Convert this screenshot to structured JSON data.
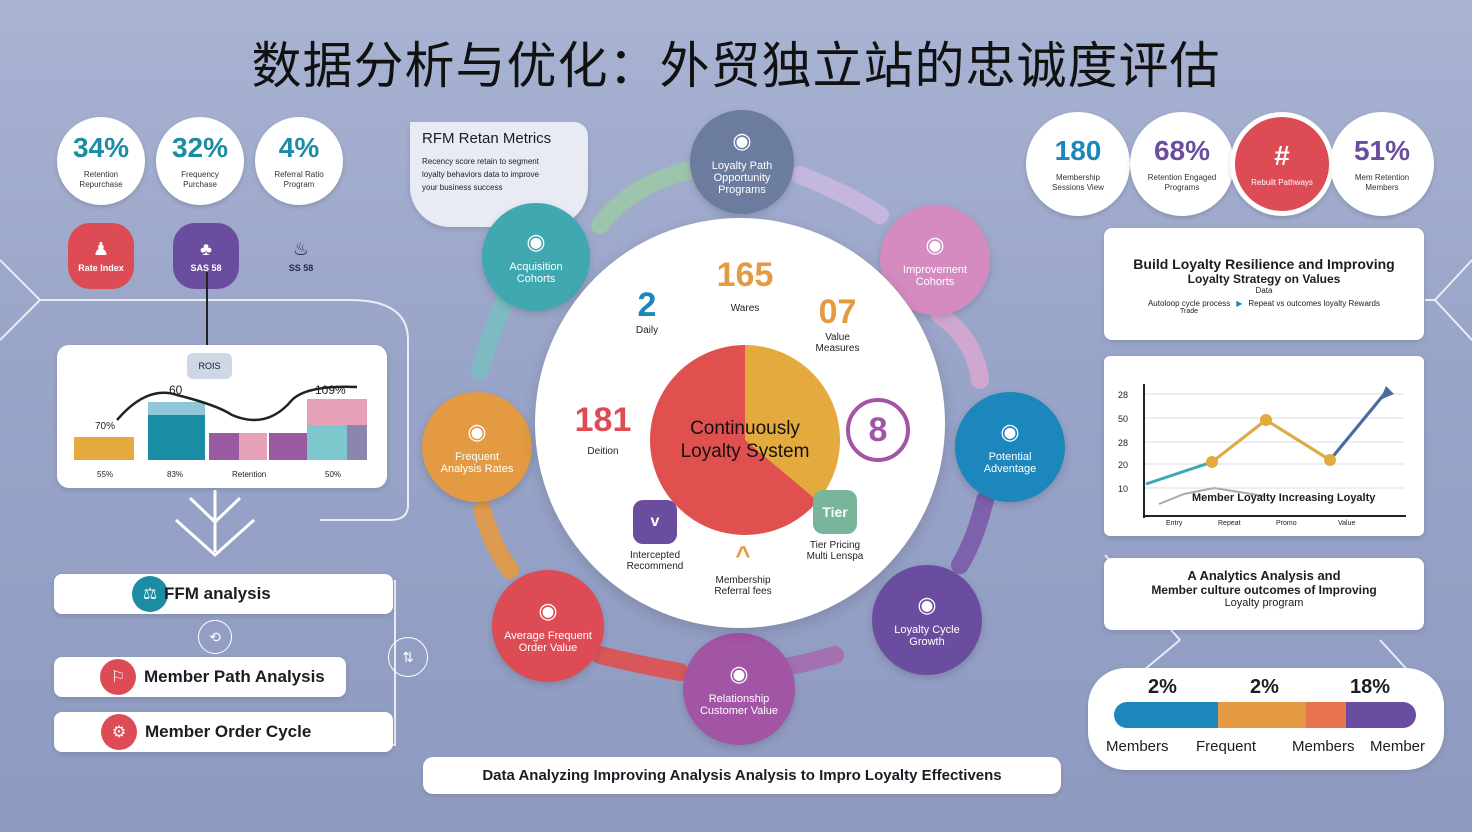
{
  "title": "数据分析与优化：外贸独立站的忠诚度评估",
  "colors": {
    "teal": "#1a8da4",
    "purple": "#6a4d9e",
    "red": "#dd4b54",
    "orange": "#e39a42",
    "pink": "#d58bc0",
    "blue": "#1b87bd",
    "green": "#78b59a",
    "slate": "#6c7c9e",
    "lightgreen": "#9cc7a8"
  },
  "left_stats": [
    {
      "value": "34%",
      "caption": "Retention Repurchase",
      "color": "#1a8da4"
    },
    {
      "value": "32%",
      "caption": "Frequency Purchase",
      "color": "#1a8da4"
    },
    {
      "value": "4%",
      "caption": "Referral Ratio Program",
      "color": "#1a8da4"
    }
  ],
  "left_badges": [
    {
      "label": "Rate Index",
      "icon": "♟",
      "color": "#dd4b54"
    },
    {
      "label": "SAS 58",
      "icon": "♣",
      "color": "#6a4d9e"
    },
    {
      "label": "SS 58",
      "icon": "♨",
      "color": "#7f8fb5"
    }
  ],
  "left_chart": {
    "tooltip": "ROIS",
    "peak_label": "60",
    "high_label": "109%",
    "low_label": "70%",
    "axis_labels": [
      "55%",
      "83%",
      "Retention",
      "50%"
    ]
  },
  "pills": [
    {
      "label": "FFM analysis",
      "icon": "⚖",
      "color": "#1a8da4"
    },
    {
      "label": "Member Path Analysis",
      "icon": "⚐",
      "color": "#dd4b54"
    },
    {
      "label": "Member Order Cycle",
      "icon": "⚙",
      "color": "#dd4b54"
    }
  ],
  "rfm_box": {
    "title": "RFM Retan Metrics",
    "lines": [
      "Recency score retain to segment",
      "loyalty behaviors data to improve",
      "your business success"
    ]
  },
  "nodes": [
    {
      "label": "Loyalty Path Opportunity Programs",
      "icon": "◉",
      "color": "#6c7c9e"
    },
    {
      "label": "Improvement Cohorts",
      "icon": "◉",
      "color": "#d58bc0"
    },
    {
      "label": "Potential Adventage",
      "icon": "◉",
      "color": "#1b87bd"
    },
    {
      "label": "Loyalty Cycle Growth",
      "icon": "◉",
      "color": "#6a4d9e"
    },
    {
      "label": "Relationship Customer Value",
      "icon": "◉",
      "color": "#a254a5"
    },
    {
      "label": "Average Frequent Order Value",
      "icon": "◉",
      "color": "#dd4b54"
    },
    {
      "label": "Frequent Analysis Rates",
      "icon": "◉",
      "color": "#e39a42"
    },
    {
      "label": "Acquisition Cohorts",
      "icon": "◉",
      "color": "#3fa8b0"
    }
  ],
  "core_label": "Continuously Loyalty System",
  "inner_items": [
    {
      "value": "2",
      "label": "Daily",
      "color": "#1b87bd"
    },
    {
      "value": "165",
      "label": "Wares",
      "color": "#e39a42"
    },
    {
      "value": "07",
      "label": "Value Measures",
      "color": "#e39a42"
    },
    {
      "value": "8",
      "label": "",
      "color": "#a254a5"
    },
    {
      "value": "Tier",
      "label": "Tier Pricing Multi Lenspa",
      "color": "#78b59a"
    },
    {
      "value": "^",
      "label": "Membership Referral fees",
      "color": "#e39a42"
    },
    {
      "value": "v",
      "label": "Intercepted Recommend",
      "color": "#6a4d9e"
    },
    {
      "value": "181",
      "label": "Deition",
      "color": "#dd4b54"
    }
  ],
  "right_stats": [
    {
      "value": "180",
      "caption": "Membership Sessions View",
      "color": "#1b87bd",
      "fill": "#ffffff"
    },
    {
      "value": "68%",
      "caption": "Retention Engaged Programs",
      "color": "#6a4d9e",
      "fill": "#ffffff"
    },
    {
      "value": "#",
      "caption": "Rebuilt Pathways",
      "color": "#ffffff",
      "fill": "#dd4b54"
    },
    {
      "value": "51%",
      "caption": "Mem Retention Members",
      "color": "#6a4d9e",
      "fill": "#ffffff"
    }
  ],
  "build_box": {
    "title": "Build Loyalty Resilience and Improving",
    "subtitle": "Loyalty Strategy on Values",
    "tag": "Data",
    "line_left": "Autoloop cycle process",
    "line_right": "Repeat vs outcomes loyalty Rewards",
    "line_tag": "Trade"
  },
  "right_chart": {
    "y_ticks": [
      "28",
      "50",
      "28",
      "20",
      "10"
    ],
    "caption": "Member Loyalty Increasing Loyalty",
    "x_labels": [
      "Entry",
      "Repeat",
      "Promo",
      "Value"
    ]
  },
  "analysis_box": {
    "title": "A Analytics Analysis and",
    "line2": "Member culture outcomes of Improving",
    "line3": "Loyalty program"
  },
  "segments": {
    "values": [
      "2%",
      "2%",
      "18%"
    ],
    "labels": [
      "Members",
      "Frequent",
      "Members",
      "Member"
    ],
    "colors": [
      "#1b87bd",
      "#e39a42",
      "#e8744f",
      "#6a4d9e"
    ]
  },
  "footer": "Data Analyzing Improving Analysis Analysis to Impro Loyalty Effectivens"
}
